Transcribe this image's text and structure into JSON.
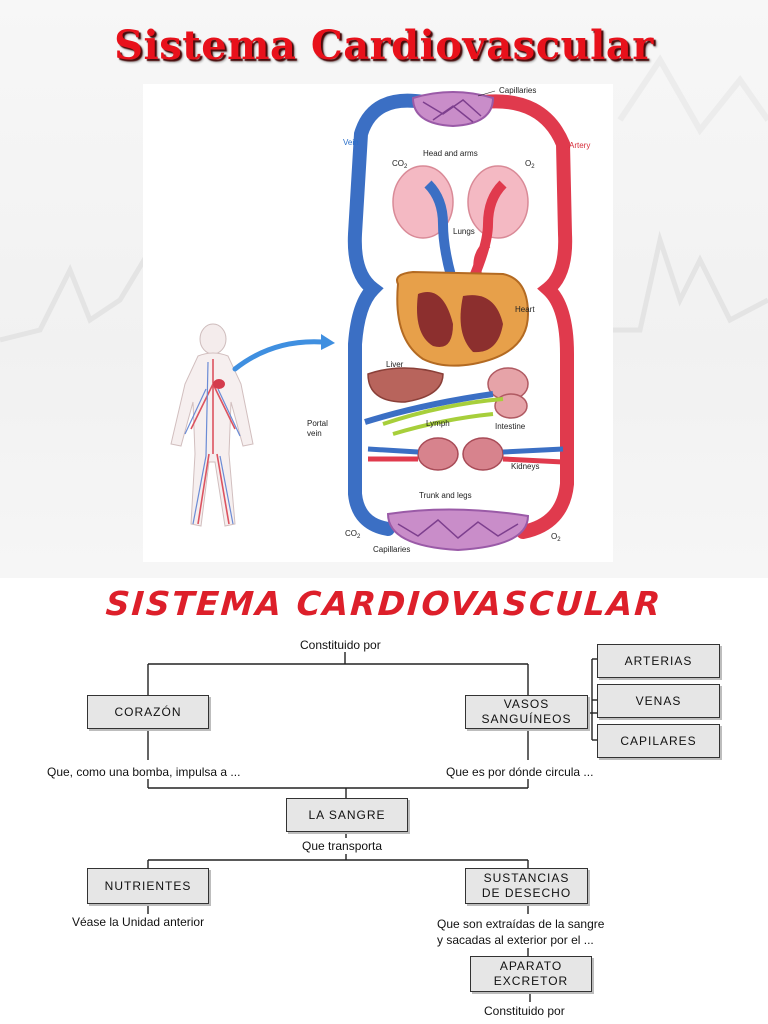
{
  "slide": {
    "title": "Sistema Cardiovascular",
    "colors": {
      "title": "#e8111b",
      "vein": "#3b6fc4",
      "artery": "#e03a4d",
      "capillary": "#b07cc4"
    },
    "labels": {
      "capillaries_top": "Capillaries",
      "vein": "Vein",
      "artery": "Artery",
      "head_arms": "Head and arms",
      "co2_top": "CO",
      "o2_top": "O",
      "lungs": "Lungs",
      "heart": "Heart",
      "liver": "Liver",
      "portal_vein_1": "Portal",
      "portal_vein_2": "vein",
      "lymph": "Lymph",
      "intestine": "Intestine",
      "kidneys": "Kidneys",
      "trunk_legs": "Trunk and legs",
      "co2_bottom": "CO",
      "o2_bottom": "O",
      "capillaries_bottom": "Capillaries",
      "sub2": "2"
    }
  },
  "concept_map": {
    "title": "SISTEMA CARDIOVASCULAR",
    "top_caption": "Constituido por",
    "corazon": "CORAZÓN",
    "vasos_line1": "VASOS",
    "vasos_line2": "SANGUÍNEOS",
    "arterias": "ARTERIAS",
    "venas": "VENAS",
    "capilares": "CAPILARES",
    "corazon_caption": "Que, como una bomba, impulsa a ...",
    "vasos_caption": "Que es por dónde circula ...",
    "sangre": "LA SANGRE",
    "transporta_caption": "Que transporta",
    "nutrientes": "NUTRIENTES",
    "sustancias_line1": "SUSTANCIAS",
    "sustancias_line2": "DE DESECHO",
    "nutrientes_caption": "Véase la Unidad anterior",
    "sustancias_caption_1": "Que son extraídas de la sangre",
    "sustancias_caption_2": "y sacadas al exterior por el ...",
    "aparato_line1": "APARATO",
    "aparato_line2": "EXCRETOR",
    "bottom_caption": "Constituido por"
  }
}
